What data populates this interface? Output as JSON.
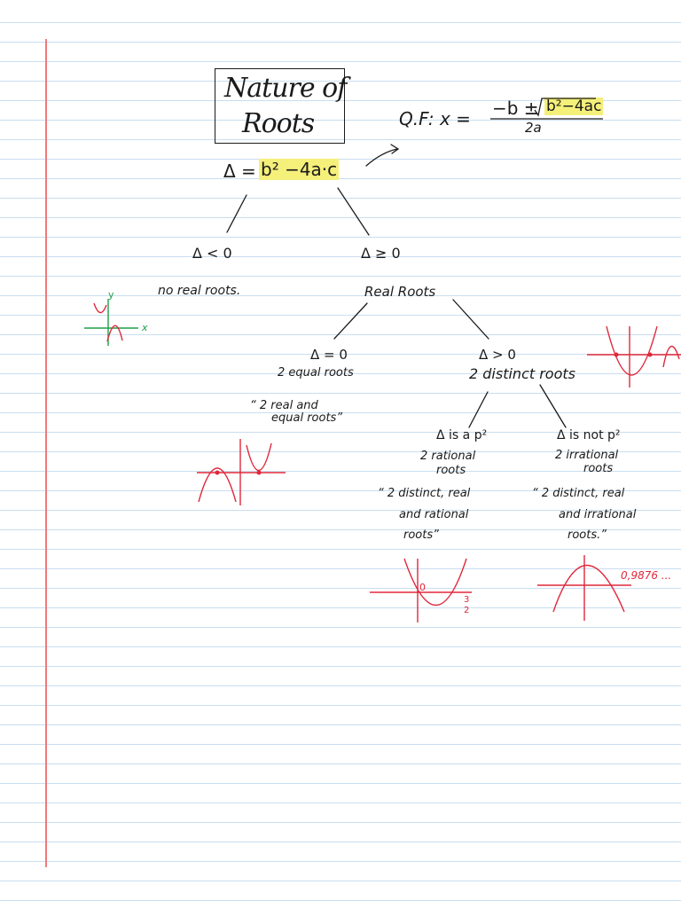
{
  "title": {
    "line1": "Nature of",
    "line2": "Roots"
  },
  "discriminant": {
    "lhs": "Δ =",
    "expr": "b² −4a·c"
  },
  "quadratic_formula": {
    "prefix": "Q.F: x =",
    "numerator_pre": "−b ±",
    "root_expr": "b²−4ac",
    "denominator": "2a"
  },
  "branches": {
    "negative": {
      "condition": "Δ < 0",
      "result": "no real roots."
    },
    "nonnegative": {
      "condition": "Δ ≥ 0",
      "result": "Real Roots"
    }
  },
  "real_roots": {
    "zero": {
      "condition": "Δ = 0",
      "result": "2 equal roots",
      "quote_l1": "“ 2 real and",
      "quote_l2": "equal roots”"
    },
    "positive": {
      "condition": "Δ > 0",
      "result": "2 distinct roots"
    }
  },
  "distinct": {
    "square": {
      "condition": "Δ is a p²",
      "result_l1": "2 rational",
      "result_l2": "roots",
      "quote_l1": "“ 2 distinct, real",
      "quote_l2": "and rational",
      "quote_l3": "roots”"
    },
    "not_square": {
      "condition": "Δ is not p²",
      "result_l1": "2 irrational",
      "result_l2": "roots",
      "quote_l1": "“ 2 distinct, real",
      "quote_l2": "and irrational",
      "quote_l3": "roots.”"
    }
  },
  "graph_labels": {
    "y_axis": "y",
    "x_axis": "x",
    "origin_root": "0",
    "rational_root_num": "3",
    "rational_root_den": "2",
    "irrational_root": "0,9876 ..."
  },
  "colors": {
    "ink": "#1a1a1a",
    "red_ink": "#e0283c",
    "green_ink": "#1e9e4a",
    "highlight": "#f5f07a",
    "rule": "#c9def0",
    "margin": "#f07a7a"
  }
}
